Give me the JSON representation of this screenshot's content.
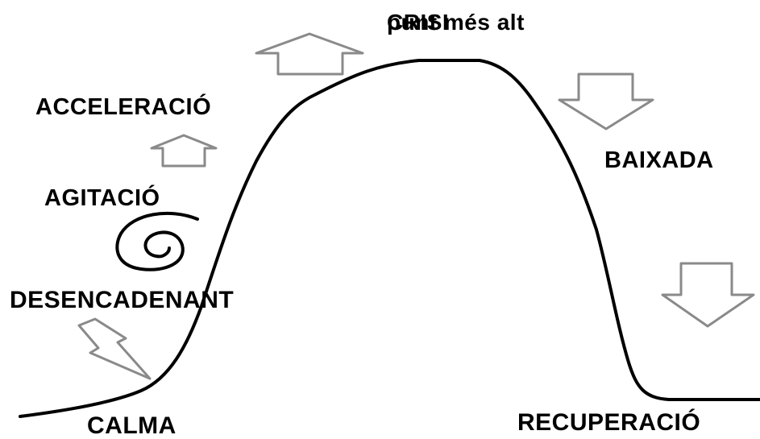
{
  "labels": {
    "crisis_title": "CRISI",
    "crisis_subtitle": "punt més alt",
    "acceleration": "ACCELERACIÓ",
    "agitation": "AGITACIÓ",
    "trigger": "DESENCADENANT",
    "calm": "CALMA",
    "descent": "BAIXADA",
    "recovery": "RECUPERACIÓ"
  },
  "colors": {
    "curve": "#000000",
    "arrows": "#8a8a8a",
    "text": "#000000"
  },
  "icons": {
    "spiral": "spiral-icon",
    "trigger": "lightning-icon",
    "arrow_up_small": "up-arrow-icon",
    "arrow_up_large": "up-arrow-icon",
    "arrow_down_right": "down-arrow-icon",
    "arrow_down_right_lower": "down-arrow-icon"
  }
}
